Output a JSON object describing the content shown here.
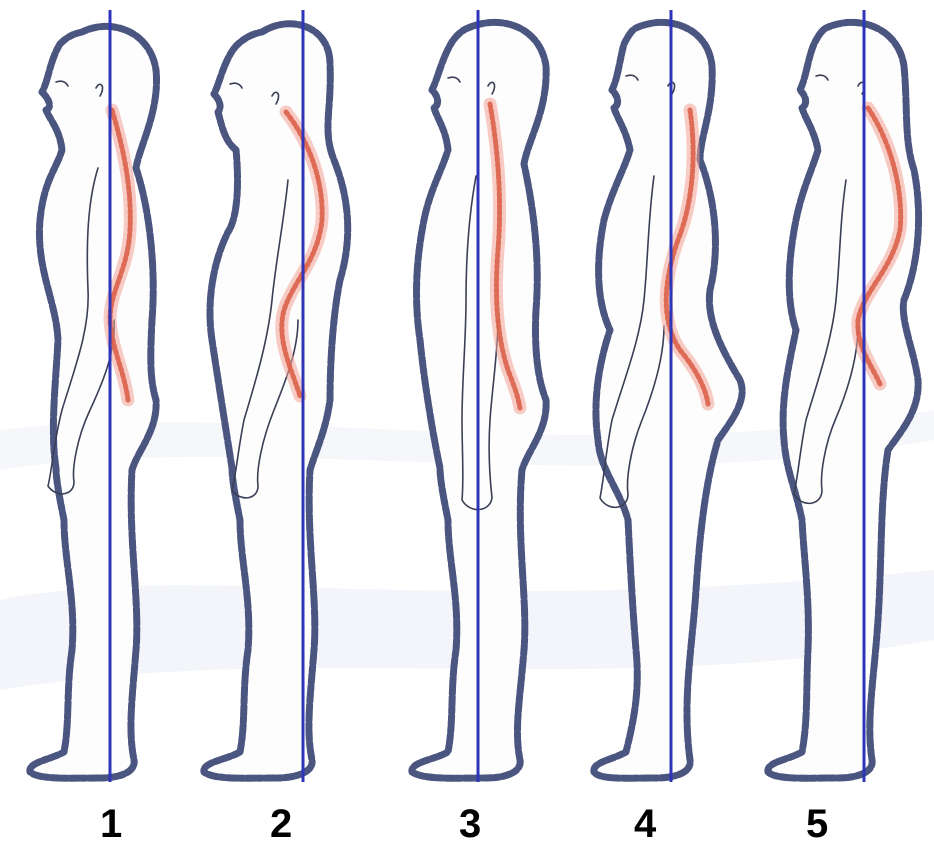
{
  "figures": [
    {
      "label": "1"
    },
    {
      "label": "2"
    },
    {
      "label": "3"
    },
    {
      "label": "4"
    },
    {
      "label": "5"
    }
  ],
  "colors": {
    "body_outline": "#4a5580",
    "spine": "#d9604a",
    "plumb_line": "#2f35b8",
    "labels": "#000000",
    "background": "#ffffff"
  }
}
